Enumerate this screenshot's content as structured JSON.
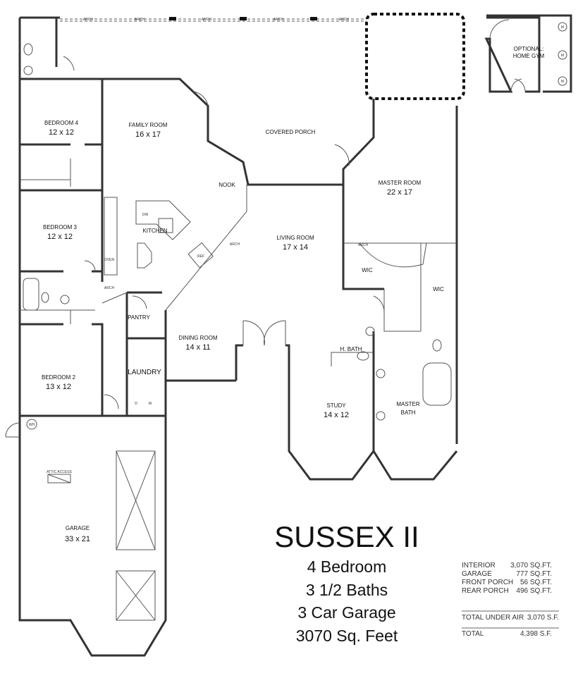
{
  "plan": {
    "name": "SUSSEX II",
    "features": [
      "4 Bedroom",
      "3 1/2 Baths",
      "3 Car Garage",
      "3070 Sq. Feet"
    ]
  },
  "rooms": {
    "bedroom4": {
      "label": "BEDROOM 4",
      "size": "12 x 12"
    },
    "family_room": {
      "label": "FAMILY ROOM",
      "size": "16 x 17"
    },
    "covered_porch": {
      "label": "COVERED PORCH"
    },
    "nook": {
      "label": "NOOK"
    },
    "master_room": {
      "label": "MASTER ROOM",
      "size": "22 x 17"
    },
    "bedroom3": {
      "label": "BEDROOM 3",
      "size": "12 x 12"
    },
    "kitchen": {
      "label": "KITCHEN"
    },
    "living_room": {
      "label": "LIVING ROOM",
      "size": "17 x 14"
    },
    "wic1": {
      "label": "WIC"
    },
    "wic2": {
      "label": "WIC"
    },
    "pantry": {
      "label": "PANTRY"
    },
    "dining_room": {
      "label": "DINING ROOM",
      "size": "14 x 11"
    },
    "half_bath": {
      "label": "H. BATH"
    },
    "laundry": {
      "label": "LAUNDRY"
    },
    "bedroom2": {
      "label": "BEDROOM 2",
      "size": "13 x 12"
    },
    "study": {
      "label": "STUDY",
      "size": "14 x 12"
    },
    "master_bath": {
      "label": "MASTER",
      "label2": "BATH"
    },
    "garage": {
      "label": "GARAGE",
      "size": "33 x 21"
    },
    "home_gym": {
      "label": "OPTIONAL:",
      "label2": "HOME GYM"
    }
  },
  "fixtures": {
    "arch": "ARCH",
    "dw": "DW",
    "ref": "REF",
    "oven": "OVEN",
    "wh": "WH",
    "attic": "ATTIC ACCESS",
    "washer": "W",
    "dryer": "D",
    "machine": "M"
  },
  "areas": {
    "rows": [
      {
        "label": "INTERIOR",
        "value": "3,070 SQ.FT."
      },
      {
        "label": "GARAGE",
        "value": "777 SQ.FT."
      },
      {
        "label": "FRONT PORCH",
        "value": "56 SQ.FT."
      },
      {
        "label": "REAR PORCH",
        "value": "496 SQ.FT."
      }
    ],
    "under_air": {
      "label": "TOTAL UNDER AIR",
      "value": "3,070 S.F."
    },
    "total": {
      "label": "TOTAL",
      "value": "4,398 S.F."
    }
  }
}
